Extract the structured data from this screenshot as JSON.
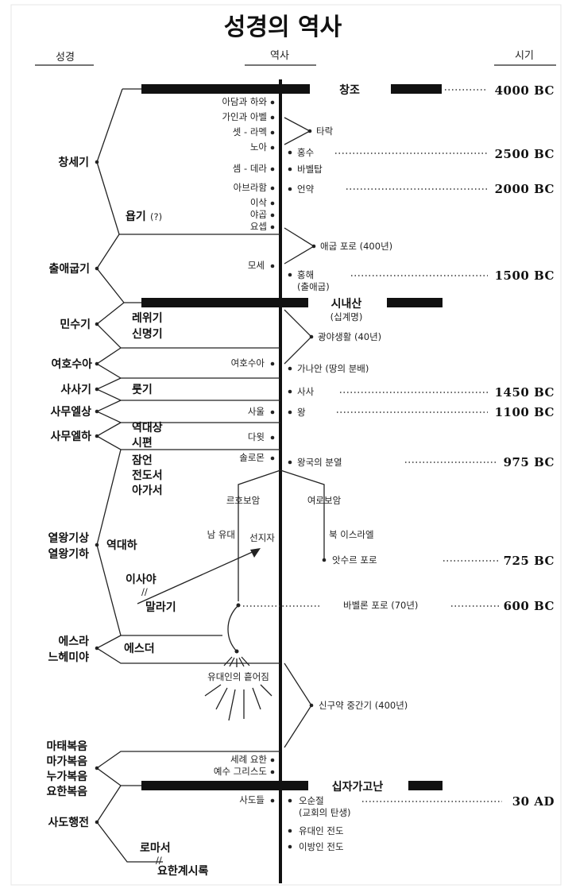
{
  "title": "성경의 역사",
  "headers": {
    "books": "성경",
    "history": "역사",
    "time": "시기"
  },
  "eras": {
    "creation": "창조",
    "sinai": "시내산",
    "sinai_sub": "(십계명)",
    "cross": "십자가고난"
  },
  "books": {
    "genesis": "창세기",
    "job": "욥기",
    "job_q": "(?)",
    "exodus": "출애굽기",
    "numbers": "민수기",
    "leviticus": "레위기",
    "deuteronomy": "신명기",
    "joshua": "여호수아",
    "judges": "사사기",
    "ruth": "룻기",
    "samuel1": "사무엘상",
    "samuel2": "사무엘하",
    "chronicles1": "역대상",
    "psalms": "시편",
    "proverbs": "잠언",
    "ecclesiastes": "전도서",
    "song": "아가서",
    "kings1": "열왕기상",
    "kings2": "열왕기하",
    "chronicles2": "역대하",
    "isaiah": "이사야",
    "malachi": "말라기",
    "ezra": "에스라",
    "nehemiah": "느헤미야",
    "esther": "에스더",
    "matthew": "마태복음",
    "mark": "마가복음",
    "luke": "누가복음",
    "john": "요한복음",
    "acts": "사도행전",
    "romans": "로마서",
    "revelation": "요한계시록",
    "break1": "//",
    "break2": "//"
  },
  "left_events": {
    "adam": "아담과 하와",
    "cain": "가인과 아벨",
    "seth": "셋 - 라멕",
    "noah": "노아",
    "shem": "셈 - 데라",
    "abraham": "아브라함",
    "isaac": "이삭",
    "jacob": "야곱",
    "joseph": "요셉",
    "moses": "모세",
    "joshua": "여호수아",
    "saul": "사울",
    "david": "다윗",
    "solomon": "솔로몬",
    "john_baptist": "세례 요한",
    "jesus": "예수 그리스도",
    "apostles": "사도들"
  },
  "right_events": {
    "fall": "타락",
    "flood": "홍수",
    "babel": "바벨탑",
    "covenant": "언약",
    "egypt": "애굽 포로 (400년)",
    "redsea1": "홍해",
    "redsea2": "(출애굽)",
    "wilderness": "광야생활 (40년)",
    "canaan": "가나안 (땅의 분배)",
    "judges": "사사",
    "king": "왕",
    "division": "왕국의 분열",
    "jeroboam": "여로보암",
    "rehoboam": "르호보암",
    "north": "북 이스라엘",
    "south": "남 유대",
    "prophets": "선지자",
    "assyria": "앗수르 포로",
    "babylon": "바벨론 포로 (70년)",
    "diaspora": "유대인의 흩어짐",
    "intertestament": "신구약 중간기 (400년)",
    "pentecost1": "오순절",
    "pentecost2": "(교회의 탄생)",
    "jews": "유대인 전도",
    "gentiles": "이방인 전도"
  },
  "dates": [
    "4000 BC",
    "2500 BC",
    "2000 BC",
    "1500 BC",
    "1450 BC",
    "1100 BC",
    "975 BC",
    "725 BC",
    "600 BC",
    "30 AD"
  ]
}
